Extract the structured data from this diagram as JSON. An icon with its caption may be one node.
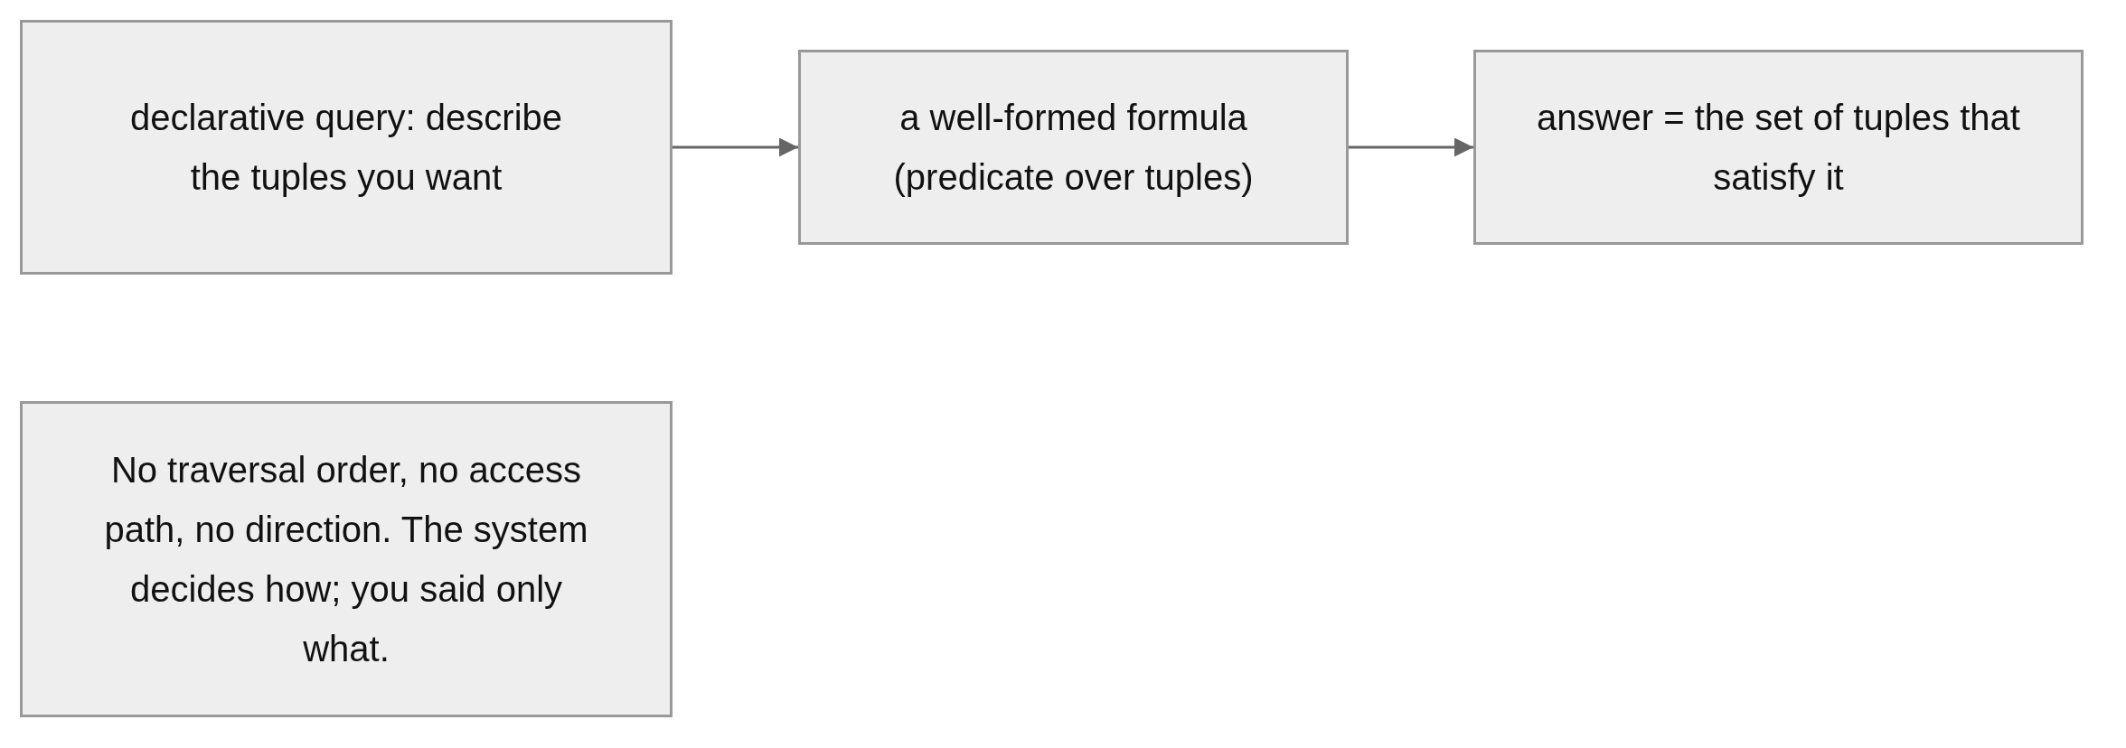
{
  "diagram": {
    "nodes": [
      {
        "text": [
          "declarative query: describe the tuples you want"
        ]
      },
      {
        "text": [
          "a well-formed formula (predicate over tuples)"
        ]
      },
      {
        "text": [
          "answer = the set of tuples that satisfy it"
        ]
      },
      {
        "text": [
          "No traversal order, no access path, no direction. The system decides how; you said only what."
        ]
      }
    ],
    "edges": [
      {
        "from": 0,
        "to": 1,
        "arrow": "to"
      },
      {
        "from": 1,
        "to": 2,
        "arrow": "to"
      }
    ]
  }
}
